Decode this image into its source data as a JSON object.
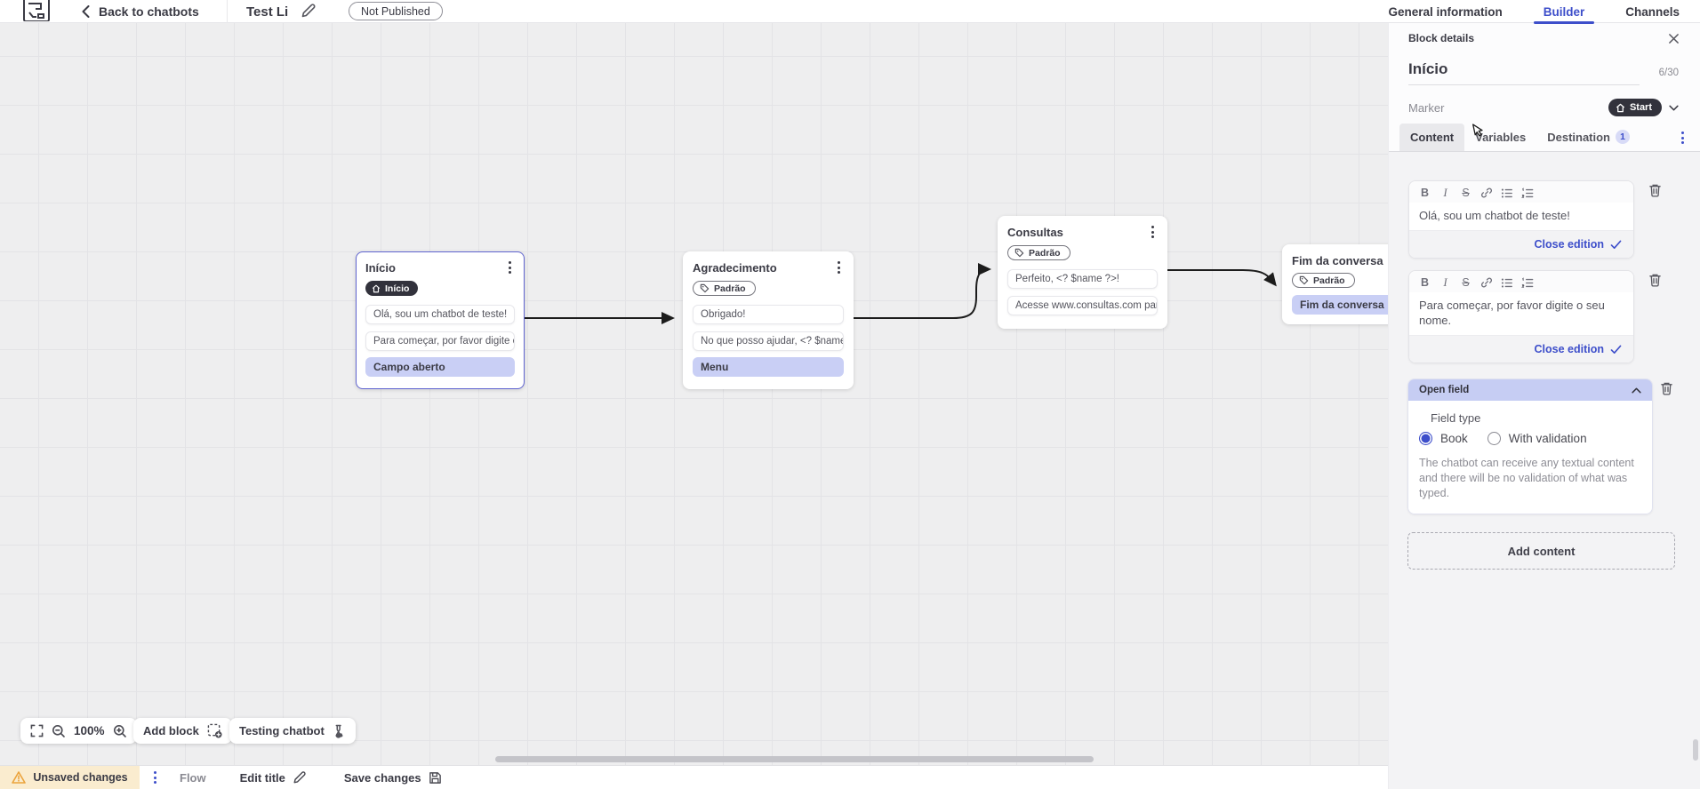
{
  "topbar": {
    "back_label": "Back to chatbots",
    "title": "Test Li",
    "status_badge": "Not Published",
    "tabs": [
      {
        "label": "General information",
        "active": false
      },
      {
        "label": "Builder",
        "active": true
      },
      {
        "label": "Channels",
        "active": false
      }
    ]
  },
  "panel": {
    "header_title": "Block details",
    "name_value": "Início",
    "name_counter": "6/30",
    "marker_label": "Marker",
    "marker_value": "Start",
    "tabs": [
      {
        "label": "Content"
      },
      {
        "label": "Variables"
      },
      {
        "label": "Destination",
        "badge": "1"
      }
    ],
    "editor_toolbar": {
      "bold": "B",
      "italic": "I",
      "strikethrough": "S"
    },
    "editors": [
      {
        "text": "Olá, sou um chatbot de teste!",
        "close_label": "Close edition"
      },
      {
        "text": "Para começar, por favor digite o seu nome.",
        "close_label": "Close edition"
      }
    ],
    "open_field": {
      "title": "Open field",
      "field_type_label": "Field type",
      "options": [
        {
          "label": "Book",
          "selected": true
        },
        {
          "label": "With validation",
          "selected": false
        }
      ],
      "helper": "The chatbot can receive any textual content and there will be no validation of what was typed."
    },
    "add_content_label": "Add content"
  },
  "canvas": {
    "blocks": [
      {
        "title": "Início",
        "badge": "Início",
        "messages": [
          "Olá, sou um chatbot de teste!",
          "Para começar, por favor digite o ..."
        ],
        "action": "Campo aberto"
      },
      {
        "title": "Agradecimento",
        "badge": "Padrão",
        "messages": [
          "Obrigado!",
          "No que posso ajudar, <? $name ..."
        ],
        "action": "Menu"
      },
      {
        "title": "Consultas",
        "badge": "Padrão",
        "messages": [
          "Perfeito, <? $name ?>!",
          "Acesse www.consultas.com par..."
        ]
      },
      {
        "title": "Fim da conversa",
        "badge": "Padrão",
        "action": "Fim da conversa"
      }
    ],
    "toolbar": {
      "zoom_level": "100%",
      "add_block_label": "Add block",
      "testing_label": "Testing chatbot"
    }
  },
  "statusbar": {
    "unsaved_label": "Unsaved changes",
    "flow_label": "Flow",
    "edit_title_label": "Edit title",
    "save_label": "Save changes"
  },
  "colors": {
    "accent": "#3d4eca",
    "dark_pill": "#32323c",
    "selection_border": "#6064d0",
    "action_card_bg": "#c9cff5",
    "warning_bg": "#faeccf",
    "warning_icon": "#eba33c"
  }
}
